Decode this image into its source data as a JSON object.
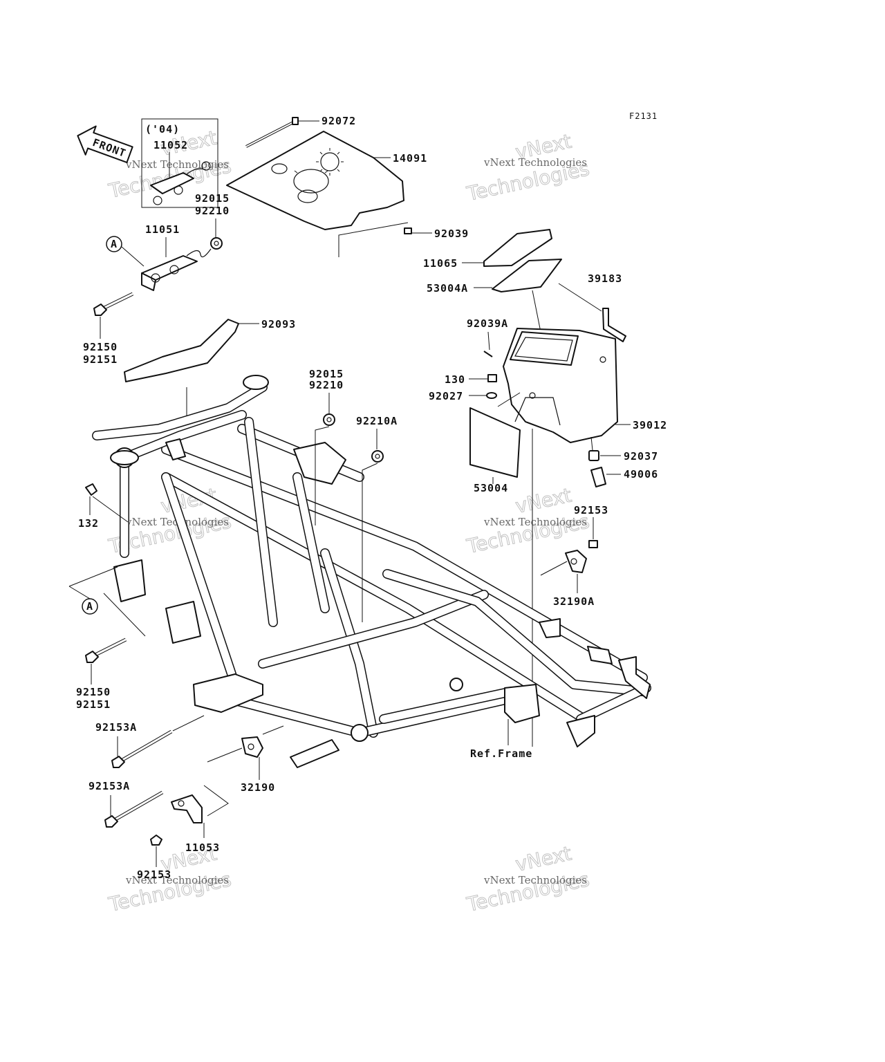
{
  "figure_code": "F2131",
  "front_label": "FRONT",
  "year_note": "('04)",
  "ref_label": "Ref.Frame",
  "callout_letter": "A",
  "watermark": {
    "line1": "vNext Technologies",
    "line2": "Technologies",
    "logo": "vNext"
  },
  "labels": {
    "p92072": "92072",
    "p14091": "14091",
    "p92039": "92039",
    "p11065": "11065",
    "p53004A": "53004A",
    "p39183": "39183",
    "p92039A": "92039A",
    "p130": "130",
    "p92027": "92027",
    "p39012": "39012",
    "p92037": "92037",
    "p49006": "49006",
    "p53004": "53004",
    "p92153": "92153",
    "p32190A": "32190A",
    "p11052": "11052",
    "p92015a": "92015",
    "p92210a": "92210",
    "p11051": "11051",
    "p92150a": "92150",
    "p92151a": "92151",
    "p92093": "92093",
    "p92015b": "92015",
    "p92210b": "92210",
    "p92210A": "92210A",
    "p132": "132",
    "p92150b": "92150",
    "p92151b": "92151",
    "p92153A_a": "92153A",
    "p32190": "32190",
    "p92153A_b": "92153A",
    "p11053": "11053",
    "p92153b": "92153"
  }
}
